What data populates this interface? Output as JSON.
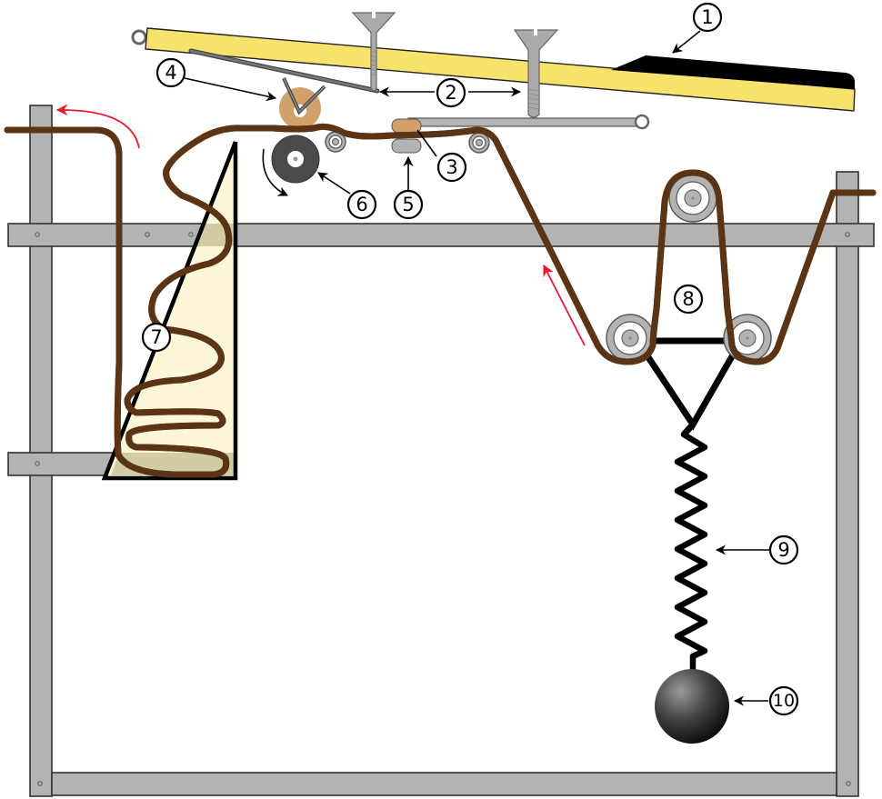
{
  "diagram": {
    "title": "Tape transport mechanism with tension weight",
    "callouts": [
      {
        "id": "1",
        "label": "1",
        "target": "pad"
      },
      {
        "id": "2",
        "label": "2",
        "target": "adjusting-screws"
      },
      {
        "id": "3",
        "label": "3",
        "target": "upper-brake-shoe"
      },
      {
        "id": "4",
        "label": "4",
        "target": "pressure-roller"
      },
      {
        "id": "5",
        "label": "5",
        "target": "lower-brake-shoe"
      },
      {
        "id": "6",
        "label": "6",
        "target": "drive-roller"
      },
      {
        "id": "7",
        "label": "7",
        "target": "storage-bin"
      },
      {
        "id": "8",
        "label": "8",
        "target": "dancer-pulleys"
      },
      {
        "id": "9",
        "label": "9",
        "target": "spring"
      },
      {
        "id": "10",
        "label": "10",
        "target": "weight"
      }
    ],
    "colors": {
      "frame": "#b3b3b3",
      "tape": "#b87333",
      "lever": "#f7e26b",
      "pad": "#000000",
      "bin": "#fdf6d8",
      "roller_pressure": "#d2a06b",
      "roller_drive": "#4a4a4a",
      "direction_arrow": "#e8192c"
    },
    "direction_arrows": [
      "tape-exit-arrow",
      "tape-feed-arrow",
      "drive-rotation-arrow"
    ]
  }
}
